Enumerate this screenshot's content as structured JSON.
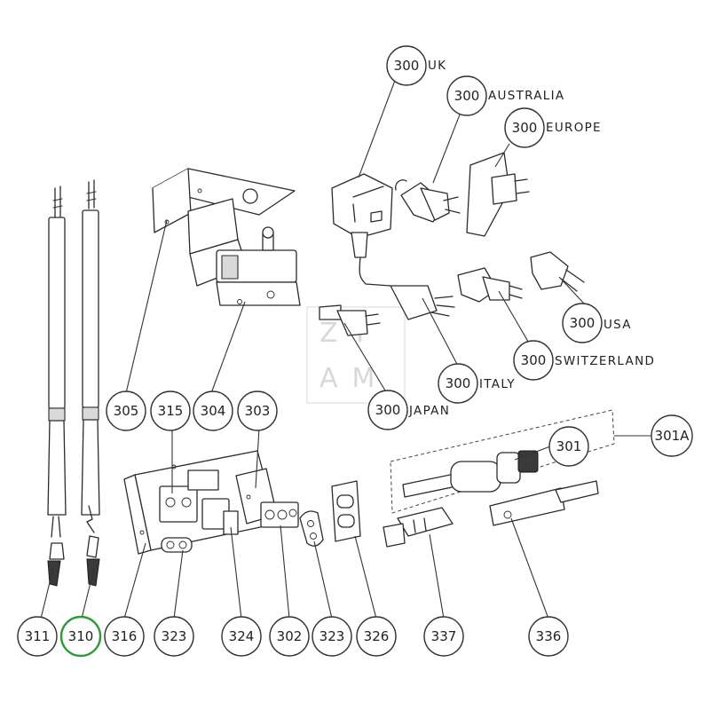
{
  "diagram": {
    "watermark": [
      "ZY",
      "AM"
    ],
    "callouts": [
      {
        "id": "c-300-uk",
        "number": "300",
        "caption": "UK"
      },
      {
        "id": "c-300-australia",
        "number": "300",
        "caption": "AUSTRALIA"
      },
      {
        "id": "c-300-europe",
        "number": "300",
        "caption": "EUROPE"
      },
      {
        "id": "c-300-usa",
        "number": "300",
        "caption": "USA"
      },
      {
        "id": "c-300-switzerland",
        "number": "300",
        "caption": "SWITZERLAND"
      },
      {
        "id": "c-300-italy",
        "number": "300",
        "caption": "ITALY"
      },
      {
        "id": "c-300-japan",
        "number": "300",
        "caption": "JAPAN"
      },
      {
        "id": "c-305",
        "number": "305",
        "caption": ""
      },
      {
        "id": "c-315",
        "number": "315",
        "caption": ""
      },
      {
        "id": "c-304",
        "number": "304",
        "caption": ""
      },
      {
        "id": "c-303",
        "number": "303",
        "caption": ""
      },
      {
        "id": "c-301",
        "number": "301",
        "caption": ""
      },
      {
        "id": "c-301a",
        "number": "301A",
        "caption": ""
      },
      {
        "id": "c-311",
        "number": "311",
        "caption": ""
      },
      {
        "id": "c-310",
        "number": "310",
        "caption": "",
        "selected": true
      },
      {
        "id": "c-316",
        "number": "316",
        "caption": ""
      },
      {
        "id": "c-323a",
        "number": "323",
        "caption": ""
      },
      {
        "id": "c-324",
        "number": "324",
        "caption": ""
      },
      {
        "id": "c-302",
        "number": "302",
        "caption": ""
      },
      {
        "id": "c-323b",
        "number": "323",
        "caption": ""
      },
      {
        "id": "c-326",
        "number": "326",
        "caption": ""
      },
      {
        "id": "c-337",
        "number": "337",
        "caption": ""
      },
      {
        "id": "c-336",
        "number": "336",
        "caption": ""
      }
    ],
    "colors": {
      "selected_outline": "#2e9a3a",
      "line": "#2b2b2b",
      "watermark": "#d8d8d8"
    }
  }
}
